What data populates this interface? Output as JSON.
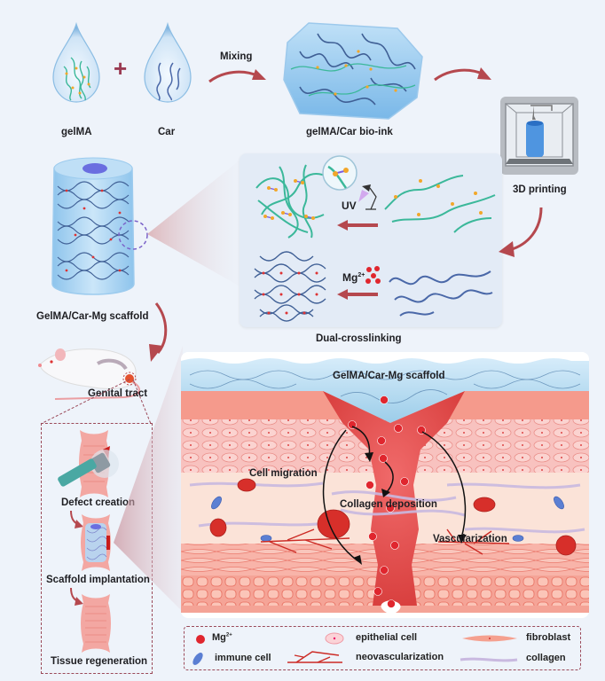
{
  "top_row": {
    "gelma_label": "gelMA",
    "plus_symbol": "+",
    "car_label": "Car",
    "mixing_label": "Mixing",
    "bioink_label": "gelMA/Car bio-ink",
    "printing_label": "3D printing"
  },
  "middle_row": {
    "scaffold_label": "GelMA/Car-Mg scaffold",
    "crosslink_panel": {
      "uv_label": "UV",
      "mg_label": "Mg",
      "mg_superscript": "2+",
      "caption": "Dual-crosslinking"
    }
  },
  "animal_model": {
    "site_label": "Genital tract",
    "steps": [
      {
        "label": "Defect creation"
      },
      {
        "label": "Scaffold implantation"
      },
      {
        "label": "Tissue regeneration"
      }
    ]
  },
  "tissue_panel": {
    "scaffold_label": "GelMA/Car-Mg scaffold",
    "annotations": [
      {
        "label": "Cell migration"
      },
      {
        "label": "Collagen deposition"
      },
      {
        "label": "Vascularization"
      }
    ]
  },
  "legend": {
    "items": [
      {
        "icon": "mg-ion-icon",
        "label": "Mg",
        "superscript": "2+"
      },
      {
        "icon": "epithelial-cell-icon",
        "label": "epithelial cell"
      },
      {
        "icon": "fibroblast-icon",
        "label": "fibroblast"
      },
      {
        "icon": "immune-cell-icon",
        "label": "immune cell"
      },
      {
        "icon": "neovascularization-icon",
        "label": "neovascularization"
      },
      {
        "icon": "collagen-icon",
        "label": "collagen"
      }
    ]
  },
  "colors": {
    "background": "#eef3fa",
    "arrow": "#b5484e",
    "mg_ion": "#e0262e",
    "gelma_strand": "#3bb89a",
    "car_strand": "#4a68a8",
    "tissue": "#f08a7c",
    "scaffold_blue": "#a9d4f0"
  }
}
